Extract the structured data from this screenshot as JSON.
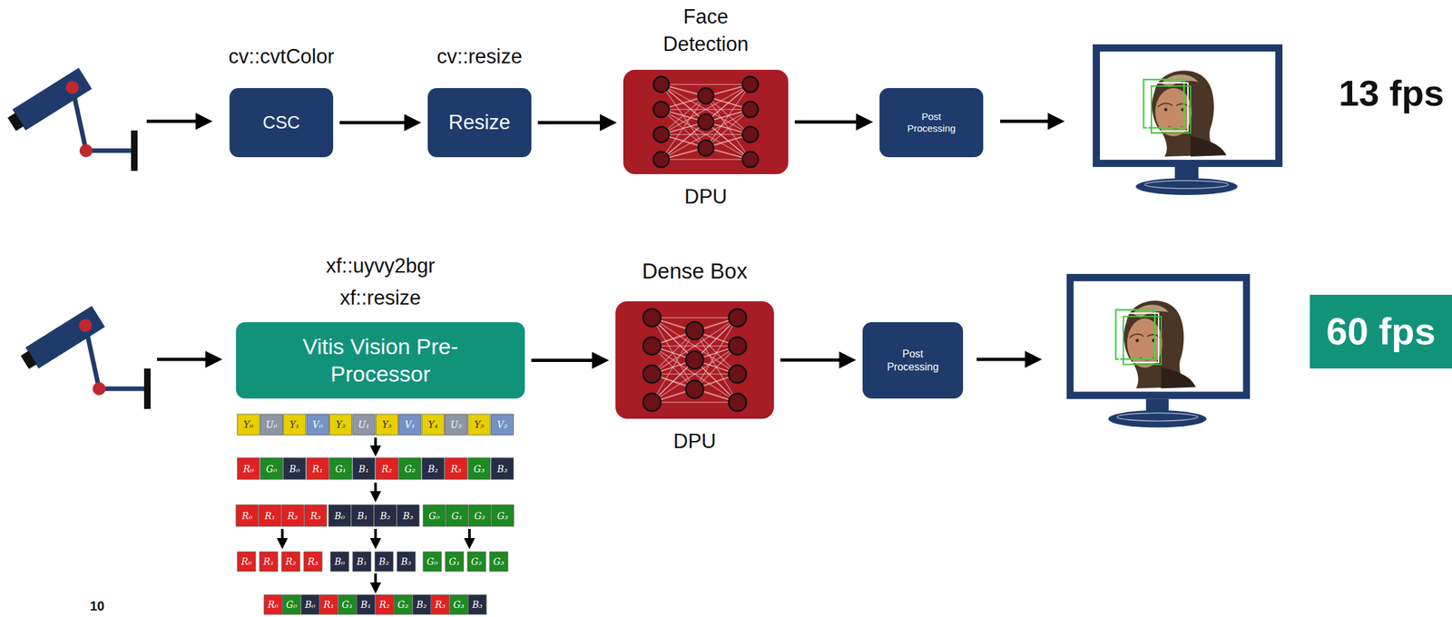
{
  "diagram": {
    "nodes": [
      {
        "text": [
          "cv::cvtColor",
          "CSC"
        ]
      },
      {
        "text": [
          "cv::resize",
          "Resize"
        ]
      },
      {
        "text": [
          "Face Detection",
          "DPU"
        ]
      },
      {
        "text": [
          "Post Processing"
        ]
      },
      {
        "text": [
          "xf::uyvy2bgr",
          "xf::resize",
          "Vitis Vision Pre-Processor"
        ]
      },
      {
        "text": [
          "Dense Box",
          "DPU"
        ]
      },
      {
        "text": [
          "Post Processing"
        ]
      },
      {
        "text": [
          "60 fps"
        ]
      }
    ],
    "edges": [
      {
        "from": 0,
        "to": 1,
        "arrow": "to"
      },
      {
        "from": 1,
        "to": 2,
        "arrow": "to"
      },
      {
        "from": 2,
        "to": 3,
        "arrow": "to"
      },
      {
        "from": 4,
        "to": 5,
        "arrow": "to"
      },
      {
        "from": 5,
        "to": 6,
        "arrow": "to"
      }
    ],
    "labels": [
      "13 fps",
      "Y₀",
      "U₀",
      "Y₁",
      "V₀",
      "Y₂",
      "U₁",
      "Y₃",
      "V₁",
      "Y₄",
      "U₂",
      "Y₅",
      "V₂",
      "R₀",
      "G₀",
      "B₀",
      "R₁",
      "G₁",
      "B₁",
      "R₂",
      "G₂",
      "B₂",
      "R₃",
      "G₃",
      "B₃",
      "R₀",
      "R₁",
      "R₂",
      "R₃",
      "B₀",
      "B₁",
      "B₂",
      "B₃",
      "G₀",
      "G₁",
      "G₂",
      "G₃",
      "R₀",
      "R₁",
      "R₂",
      "R₃",
      "B₀",
      "B₁",
      "B₂",
      "B₃",
      "G₀",
      "G₁",
      "G₂",
      "G₃",
      "R₀",
      "G₀",
      "B₀",
      "R₁",
      "G₁",
      "B₁",
      "R₂",
      "G₂",
      "B₂",
      "R₃",
      "G₃",
      "B₃",
      "10"
    ]
  }
}
